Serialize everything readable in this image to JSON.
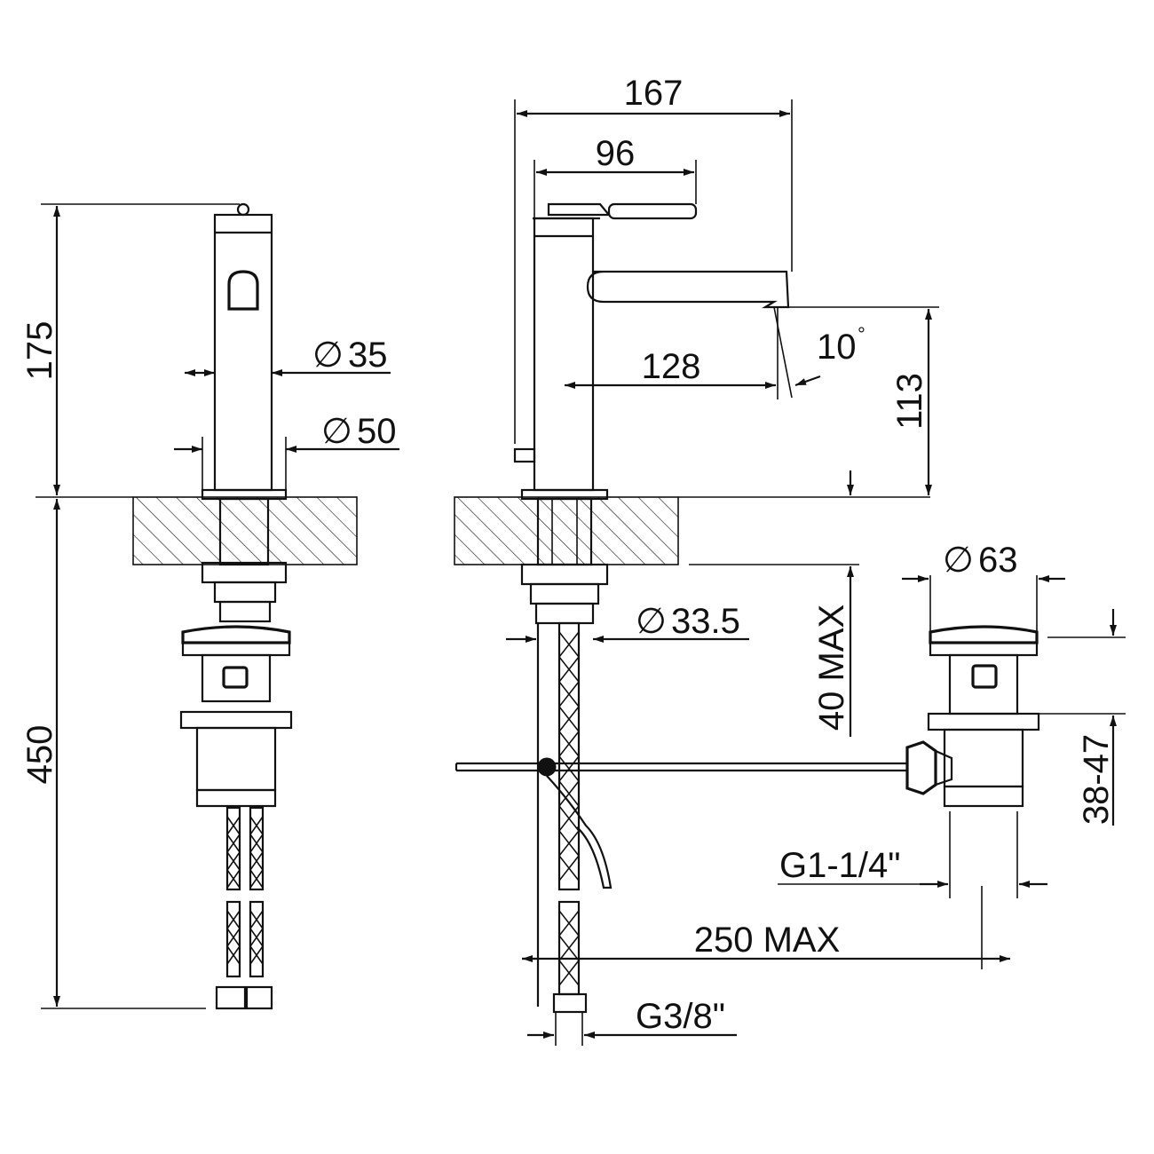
{
  "title": "",
  "front_view": {
    "height_label": "175",
    "below_deck_label": "450",
    "diam_body_label": "35",
    "diam_base_label": "50"
  },
  "side_view": {
    "total_length_label": "167",
    "handle_length_label": "96",
    "spout_reach_label": "128",
    "spout_height_label": "113",
    "angle_label": "10",
    "angle_unit": "°",
    "deck_thickness_label": "40 MAX",
    "shank_diam_label": "33.5",
    "hose_length_label": "250 MAX",
    "hose_thread_label": "G3/8\""
  },
  "waste": {
    "diam_label": "63",
    "height_label": "38-47",
    "thread_label": "G1-1/4\""
  },
  "diameter_symbol": "∅"
}
